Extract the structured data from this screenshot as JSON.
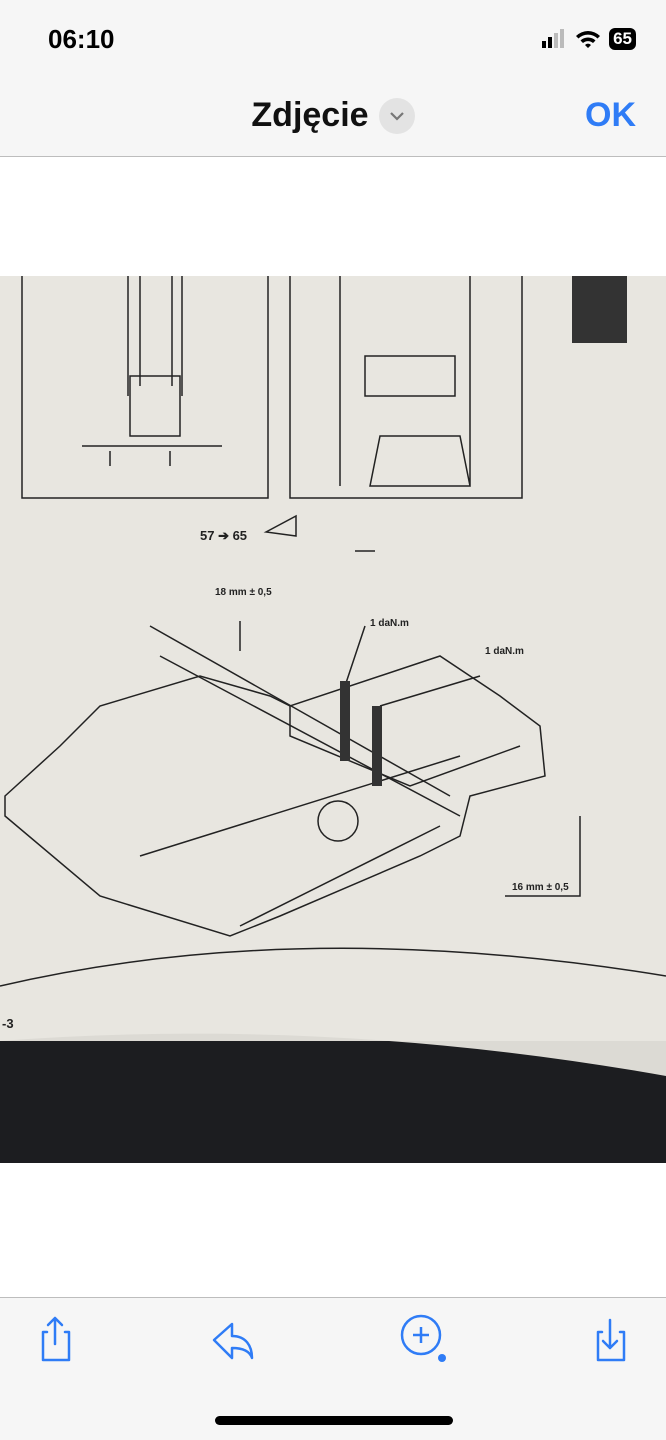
{
  "status_bar": {
    "time": "06:10",
    "battery": "65"
  },
  "nav": {
    "title": "Zdjęcie",
    "done_label": "OK"
  },
  "photo": {
    "view_ref": "57 ➔ 65",
    "dim_top": "18 mm ± 0,5",
    "torque_1": "1 daN.m",
    "torque_2": "1 daN.m",
    "dim_bottom": "16 mm ± 0,5",
    "page_ref": "-3"
  },
  "toolbar": {
    "share": "share-icon",
    "reply": "reply-icon",
    "markup": "markup-icon",
    "save": "save-icon"
  },
  "colors": {
    "accent": "#2f7cf6"
  }
}
